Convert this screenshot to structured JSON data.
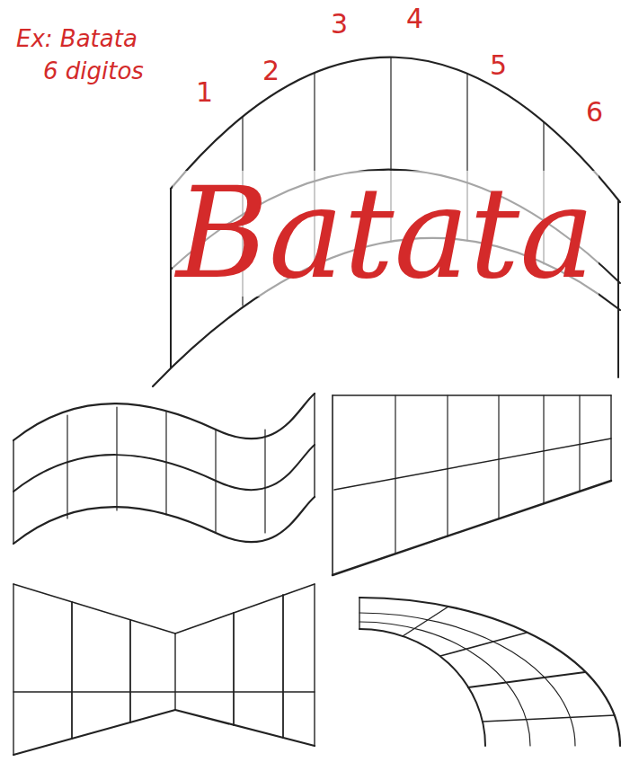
{
  "diagram": {
    "labels": [
      "Ex: Batata",
      "6 digitos",
      "1",
      "2",
      "3",
      "4",
      "5",
      "6",
      "Batata"
    ]
  }
}
